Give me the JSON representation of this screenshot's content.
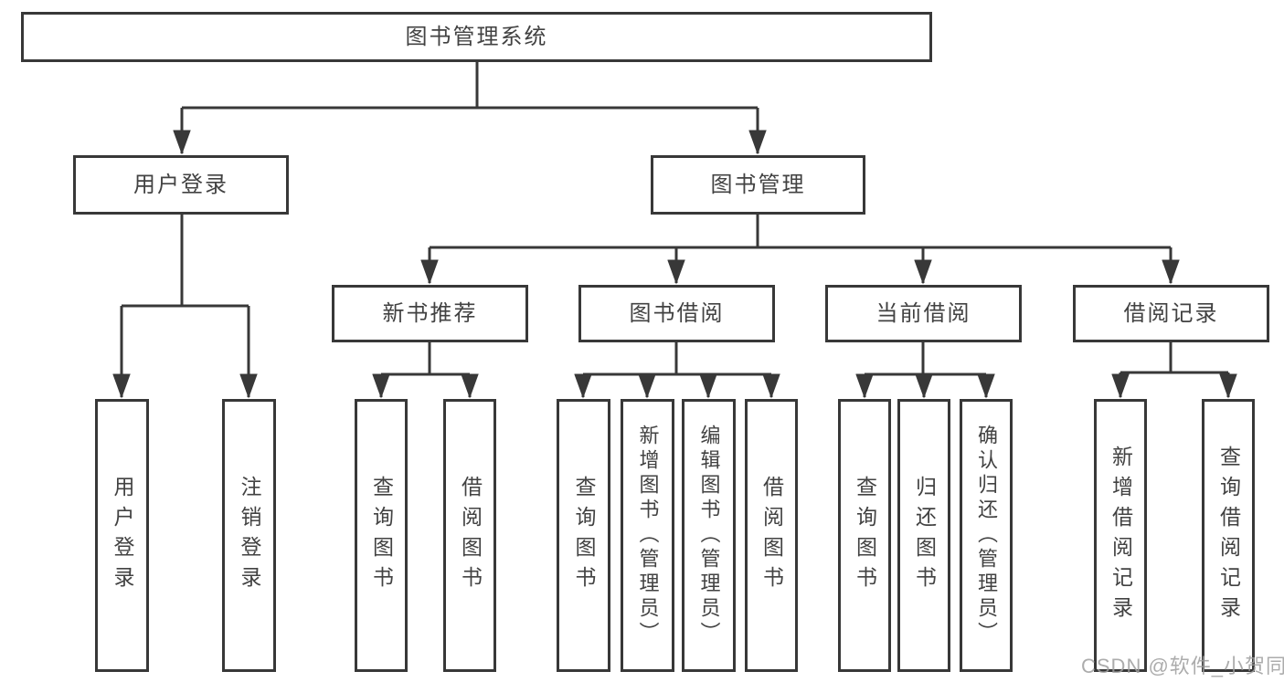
{
  "diagram": {
    "type": "tree",
    "root": {
      "label": "图书管理系统",
      "children": [
        {
          "label": "用户登录",
          "children": [
            {
              "label": "用户登录"
            },
            {
              "label": "注销登录"
            }
          ]
        },
        {
          "label": "图书管理",
          "children": [
            {
              "label": "新书推荐",
              "children": [
                {
                  "label": "查询图书"
                },
                {
                  "label": "借阅图书"
                }
              ]
            },
            {
              "label": "图书借阅",
              "children": [
                {
                  "label": "查询图书"
                },
                {
                  "label": "新增图书（管理员）"
                },
                {
                  "label": "编辑图书（管理员）"
                },
                {
                  "label": "借阅图书"
                }
              ]
            },
            {
              "label": "当前借阅",
              "children": [
                {
                  "label": "查询图书"
                },
                {
                  "label": "归还图书"
                },
                {
                  "label": "确认归还（管理员）"
                }
              ]
            },
            {
              "label": "借阅记录",
              "children": [
                {
                  "label": "新增借阅记录"
                },
                {
                  "label": "查询借阅记录"
                }
              ]
            }
          ]
        }
      ]
    },
    "colors": {
      "line": "#383838",
      "box_border": "#383838",
      "box_background": "#ffffff",
      "text": "#424242",
      "watermark_text": "#9e9e9e"
    },
    "watermark": "CSDN @软件_小贺同学"
  }
}
